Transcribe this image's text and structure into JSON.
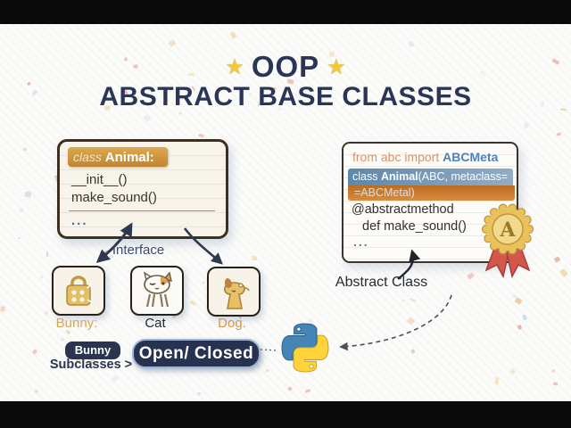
{
  "title": {
    "star": "★",
    "main": "OOP",
    "subtitle": "ABSTRACT BASE CLASSES"
  },
  "interface_label": "Interface",
  "abstract_class_label": "Abstract Class",
  "left_code_box": {
    "keyword": "class ",
    "class_name": "Animal:",
    "line1": "__init__()",
    "line2": "make_sound()",
    "ellipsis": "..."
  },
  "right_code_box": {
    "import_keyword": "from abc import ",
    "import_module": "ABCMeta",
    "class_keyword": "class ",
    "class_name": "Animal",
    "class_args": "(ABC, metaclass=",
    "class_args_cont": "=ABCMetal)",
    "decorator": "@abstractmethod",
    "method_def": "def make_sound()",
    "ellipsis": "...",
    "medal_letter": "A"
  },
  "subclass_cards": [
    {
      "label": "Bunny:",
      "icon": "padlock-icon"
    },
    {
      "label": "Cat",
      "icon": "cat-icon"
    },
    {
      "label": "Dog.",
      "icon": "dog-icon"
    }
  ],
  "bottom": {
    "bunny_tag": "Bunny",
    "subclasses_label": "Subclasses >",
    "principle_button": "Open/ Closed"
  },
  "colors": {
    "title_navy": "#2b3558",
    "star_gold": "#f2c83e",
    "header_orange": "#cf9038",
    "code_blue_bar": "#6b8fb3",
    "code_orange_bar": "#c97a2c",
    "accent_blue": "#4d82b8",
    "accent_orange": "#d8936a",
    "navy_button": "#273250",
    "medal_gold": "#e9c25c",
    "ribbon_red": "#d4574e",
    "python_blue": "#4584b6",
    "python_yellow": "#ffd43b"
  }
}
